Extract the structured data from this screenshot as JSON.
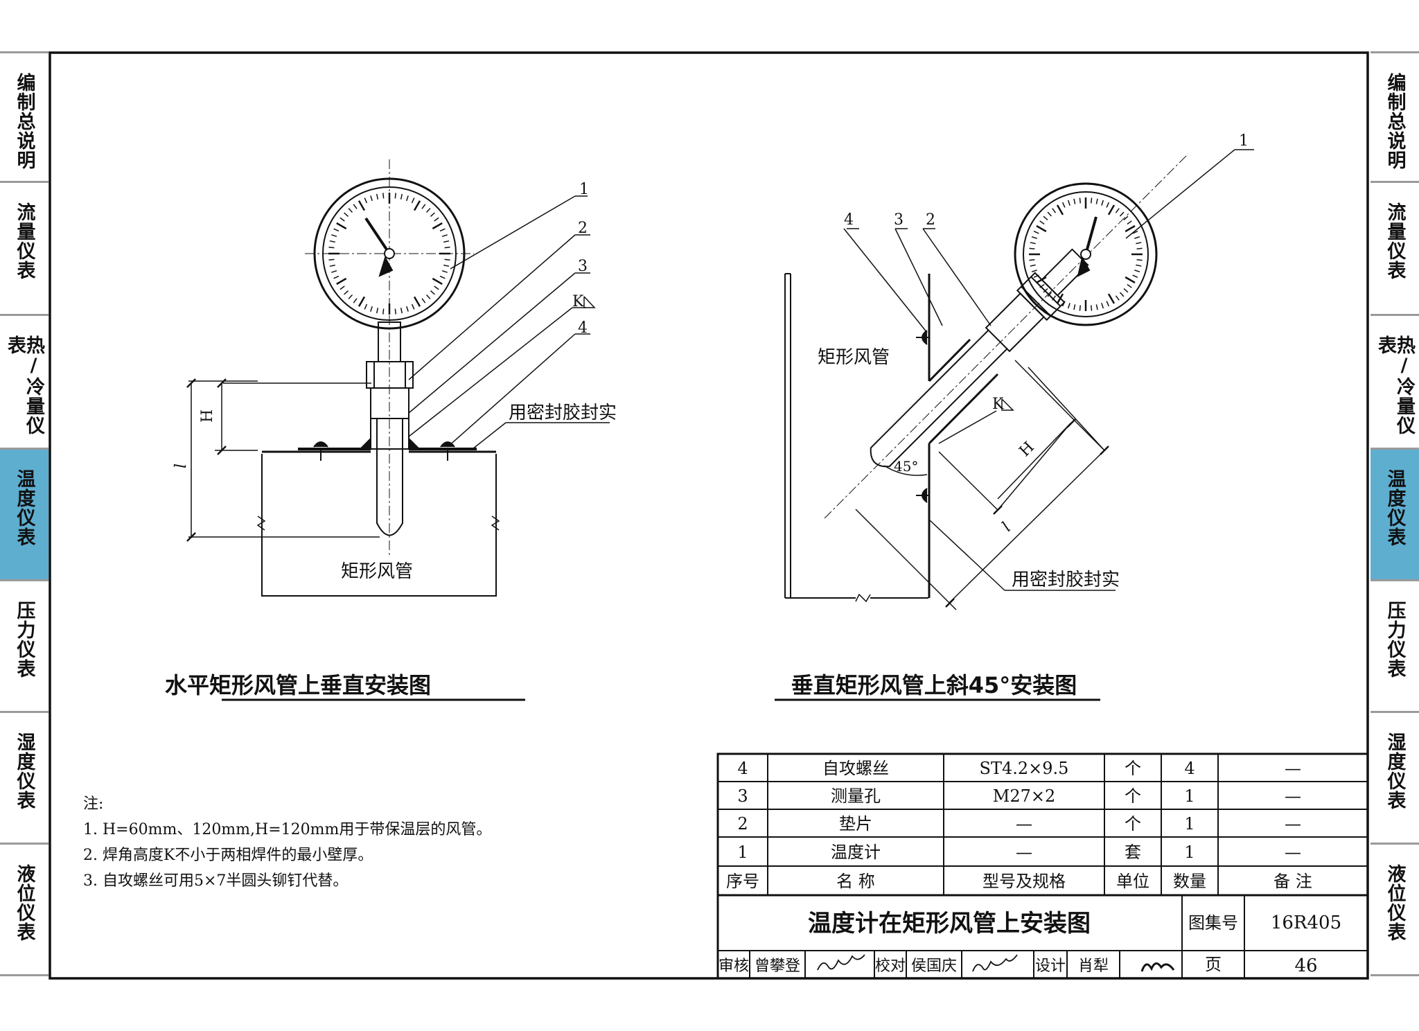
{
  "side_tabs": [
    {
      "label": "编制总说明",
      "active": false
    },
    {
      "label": "流量仪表",
      "active": false
    },
    {
      "label": "热/冷量仪表",
      "active": false
    },
    {
      "label": "温度仪表",
      "active": true
    },
    {
      "label": "压力仪表",
      "active": false
    },
    {
      "label": "湿度仪表",
      "active": false
    },
    {
      "label": "液位仪表",
      "active": false
    }
  ],
  "colors": {
    "active_tab": "#5eaed0",
    "line": "#111111"
  },
  "left_view": {
    "title": "水平矩形风管上垂直安装图",
    "duct_label": "矩形风管",
    "seal_label": "用密封胶封实",
    "callouts": [
      "1",
      "2",
      "3",
      "K",
      "4"
    ],
    "dim_h": "H",
    "dim_l": "l"
  },
  "right_view": {
    "title": "垂直矩形风管上斜45°安装图",
    "duct_label": "矩形风管",
    "seal_label": "用密封胶封实",
    "callouts": [
      "1",
      "2",
      "3",
      "4",
      "K"
    ],
    "angle": "45°",
    "dim_h": "H",
    "dim_l": "l"
  },
  "notes": {
    "heading": "注:",
    "items": [
      "1. H=60mm、120mm,H=120mm用于带保温层的风管。",
      "2. 焊角高度K不小于两相焊件的最小壁厚。",
      "3. 自攻螺丝可用5×7半圆头铆钉代替。"
    ]
  },
  "parts_table": {
    "header": [
      "序号",
      "名 称",
      "型号及规格",
      "单位",
      "数量",
      "备 注"
    ],
    "rows": [
      [
        "4",
        "自攻螺丝",
        "ST4.2×9.5",
        "个",
        "4",
        "—"
      ],
      [
        "3",
        "测量孔",
        "M27×2",
        "个",
        "1",
        "—"
      ],
      [
        "2",
        "垫片",
        "—",
        "个",
        "1",
        "—"
      ],
      [
        "1",
        "温度计",
        "—",
        "套",
        "1",
        "—"
      ]
    ]
  },
  "title_block": {
    "drawing_title": "温度计在矩形风管上安装图",
    "atlas_label": "图集号",
    "atlas_no": "16R405",
    "page_label": "页",
    "page_no": "46",
    "review_label": "审核",
    "reviewer": "曾攀登",
    "check_label": "校对",
    "checker": "侯国庆",
    "design_label": "设计",
    "designer": "肖犁"
  }
}
